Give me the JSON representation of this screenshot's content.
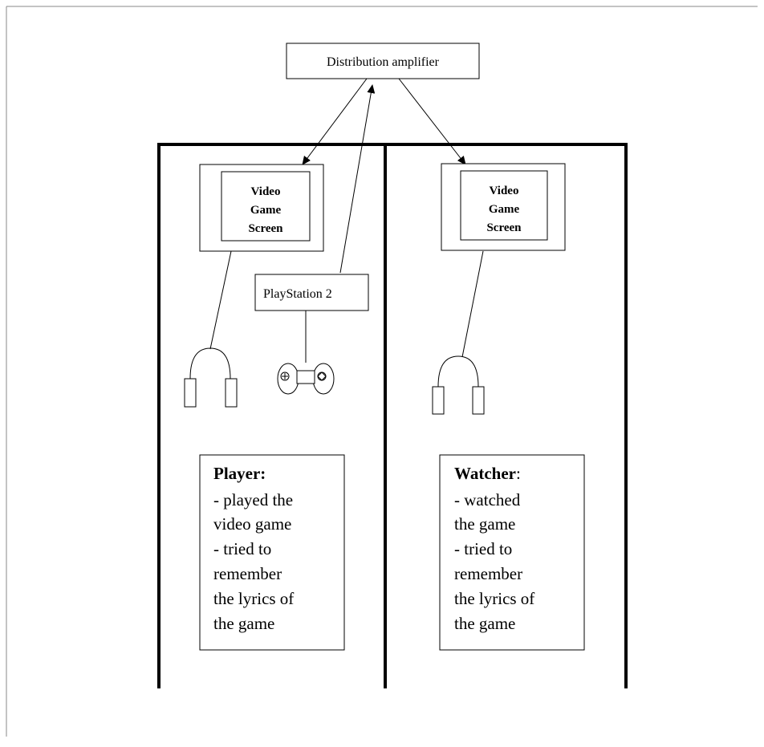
{
  "amplifier": {
    "label": "Distribution amplifier"
  },
  "console": {
    "label": "PlayStation 2"
  },
  "screens": [
    {
      "lines": [
        "Video",
        "Game",
        "Screen"
      ]
    },
    {
      "lines": [
        "Video",
        "Game",
        "Screen"
      ]
    }
  ],
  "icons": {
    "headphones": "headphones-icon",
    "controller": "gamepad-icon"
  },
  "roles": [
    {
      "title": "Player:",
      "lines": [
        "- played the",
        "video game",
        "- tried to",
        "remember",
        "the lyrics of",
        "the game"
      ]
    },
    {
      "title": "Watcher",
      "title_suffix": ":",
      "lines": [
        "- watched",
        "the game",
        "- tried to",
        "remember",
        "the lyrics of",
        "the game"
      ]
    }
  ]
}
